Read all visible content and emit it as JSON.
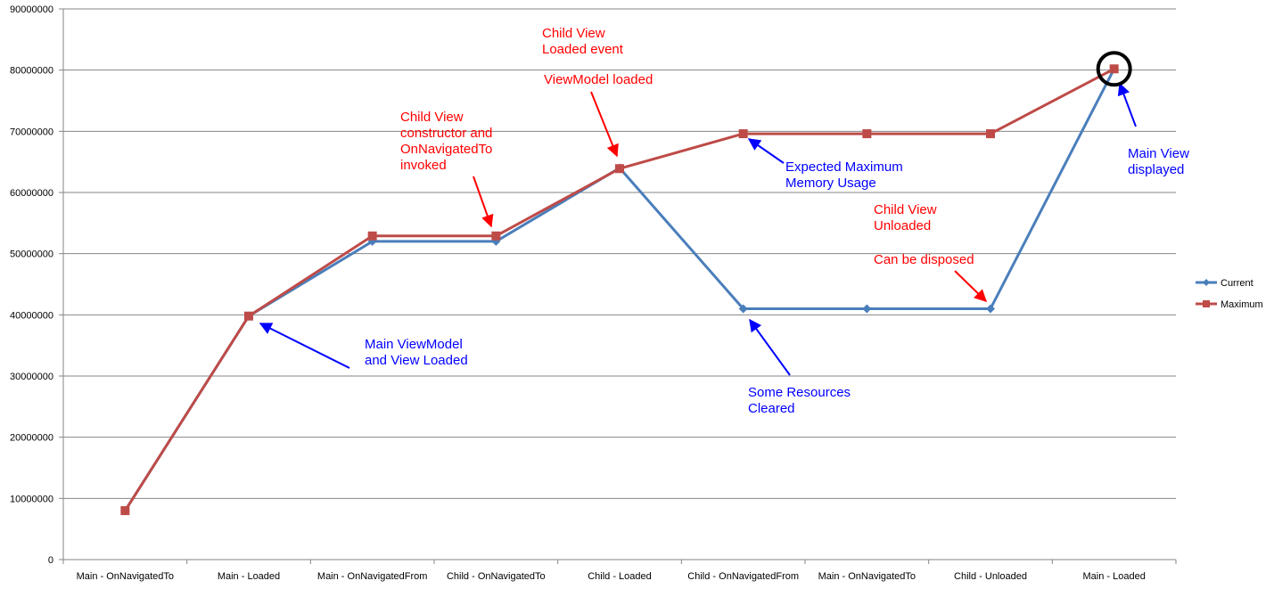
{
  "chart_data": {
    "type": "line",
    "categories": [
      "Main - OnNavigatedTo",
      "Main - Loaded",
      "Main - OnNavigatedFrom",
      "Child - OnNavigatedTo",
      "Child - Loaded",
      "Child - OnNavigatedFrom",
      "Main - OnNavigatedTo",
      "Child - Unloaded",
      "Main - Loaded"
    ],
    "series": [
      {
        "name": "Current",
        "color": "#4a7ebb",
        "marker": "diamond",
        "values": [
          8000000,
          39800000,
          52000000,
          52000000,
          64000000,
          41000000,
          41000000,
          41000000,
          80200000
        ]
      },
      {
        "name": "Maximum",
        "color": "#be4b48",
        "marker": "square",
        "values": [
          8000000,
          39800000,
          52900000,
          52900000,
          63900000,
          69600000,
          69600000,
          69600000,
          80200000
        ]
      }
    ],
    "yticks": [
      "0",
      "10000000",
      "20000000",
      "30000000",
      "40000000",
      "50000000",
      "60000000",
      "70000000",
      "80000000",
      "90000000"
    ],
    "ylim": [
      0,
      90000000
    ],
    "grid": true,
    "legend_position": "right",
    "title": "",
    "xlabel": "",
    "ylabel": "",
    "annotations": [
      {
        "lines": [
          "Main ViewModel",
          "and View Loaded"
        ],
        "color": "#0000ff"
      },
      {
        "lines": [
          "Child View",
          "constructor and",
          "OnNavigatedTo",
          "invoked"
        ],
        "color": "#ff0000"
      },
      {
        "lines": [
          "Child View",
          "Loaded event"
        ],
        "color": "#ff0000"
      },
      {
        "lines": [
          "ViewModel loaded"
        ],
        "color": "#ff0000"
      },
      {
        "lines": [
          "Expected Maximum",
          "Memory Usage"
        ],
        "color": "#0000ff"
      },
      {
        "lines": [
          "Child View",
          "Unloaded"
        ],
        "color": "#ff0000"
      },
      {
        "lines": [
          "Can be disposed"
        ],
        "color": "#ff0000"
      },
      {
        "lines": [
          "Some Resources",
          "Cleared"
        ],
        "color": "#0000ff"
      },
      {
        "lines": [
          "Main View",
          "displayed"
        ],
        "color": "#0000ff"
      }
    ]
  }
}
